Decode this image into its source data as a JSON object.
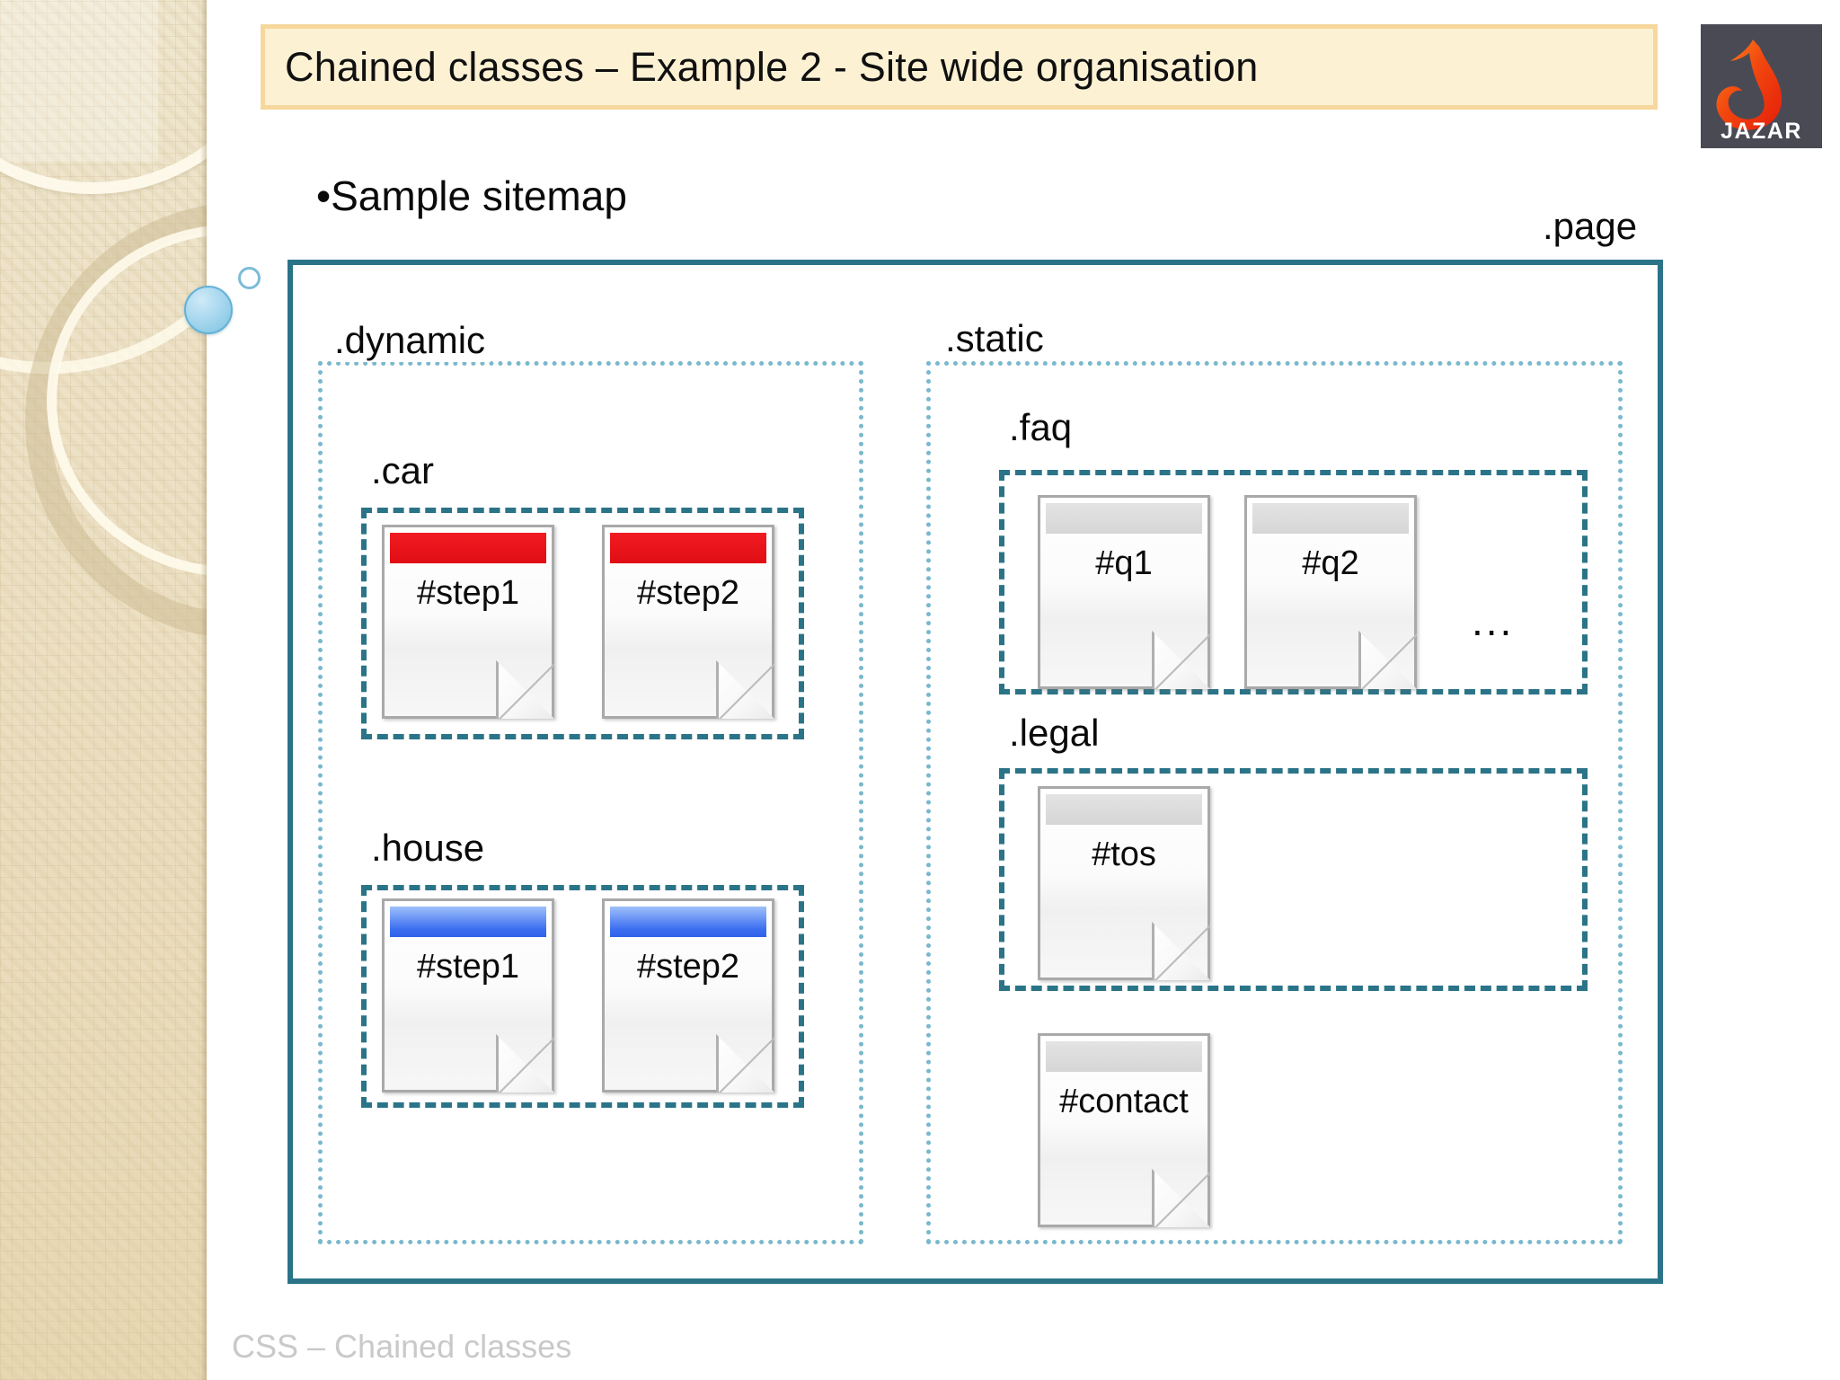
{
  "slide": {
    "title": "Chained classes – Example 2 - Site wide organisation",
    "bullet": "•Sample sitemap",
    "footer": "CSS – Chained classes"
  },
  "logo": {
    "wordmark": "JAZAR",
    "icon_name": "jazar-flame-icon",
    "background_color": "#4a4a55",
    "mark_color": "#f03a10"
  },
  "colors": {
    "title_fill": "#fdf1d4",
    "title_border": "#f6d79c",
    "outer_border": "#2b7488",
    "dotted_border": "#79b8cd",
    "dashed_border": "#2b7488",
    "band_red": "#e00d14",
    "band_blue": "#3a6df0",
    "band_gray": "#d6d6d6",
    "footer_text": "#c9c9c9",
    "sidebar_base": "#ece0c4",
    "sphere_blue": "#a9d8ef"
  },
  "diagram": {
    "root_label": ".page",
    "groups": [
      {
        "label": ".dynamic",
        "subgroups": [
          {
            "label": ".car",
            "pages": [
              {
                "label": "#step1",
                "band": "red"
              },
              {
                "label": "#step2",
                "band": "red"
              }
            ]
          },
          {
            "label": ".house",
            "pages": [
              {
                "label": "#step1",
                "band": "blue"
              },
              {
                "label": "#step2",
                "band": "blue"
              }
            ]
          }
        ]
      },
      {
        "label": ".static",
        "subgroups": [
          {
            "label": ".faq",
            "pages": [
              {
                "label": "#q1",
                "band": "gray"
              },
              {
                "label": "#q2",
                "band": "gray"
              }
            ],
            "ellipsis": "..."
          },
          {
            "label": ".legal",
            "pages": [
              {
                "label": "#tos",
                "band": "gray"
              }
            ]
          }
        ],
        "loose_pages": [
          {
            "label": "#contact",
            "band": "gray"
          }
        ]
      }
    ]
  }
}
